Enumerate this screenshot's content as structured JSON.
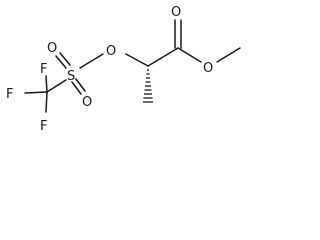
{
  "molecule": {
    "atoms": {
      "f_top": "F",
      "f_left": "F",
      "f_bottom": "F",
      "s": "S",
      "o_sulfonyl_top": "O",
      "o_sulfonyl_bottom": "O",
      "o_ether": "O",
      "o_carbonyl": "O",
      "o_ester": "O"
    }
  }
}
